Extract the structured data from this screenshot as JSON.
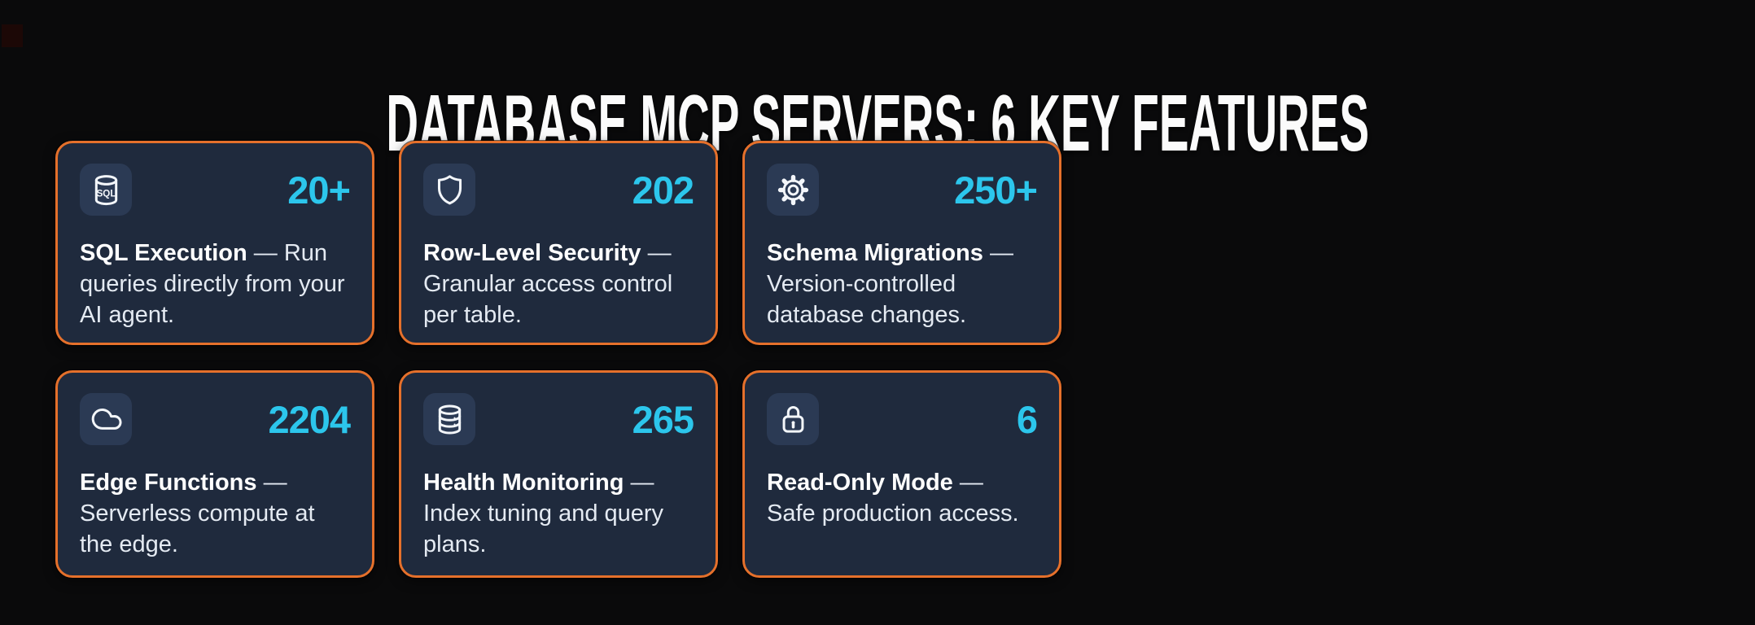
{
  "title": "DATABASE MCP SERVERS: 6 KEY FEATURES",
  "separator": "—",
  "colors": {
    "page_bg": "#0a0a0b",
    "card_bg": "#1f2a3d",
    "icon_tile_bg": "#2b3a54",
    "accent_orange_border": "#e5702b",
    "stat_cyan": "#2cc6ec",
    "title_white": "#fbfbfb",
    "body_text": "#e4eaf2"
  },
  "cards": [
    {
      "icon": "sql-database-icon",
      "icon_label": "SQL",
      "stat": "20+",
      "name": "SQL Execution",
      "description": "Run queries directly from your AI agent."
    },
    {
      "icon": "shield-icon",
      "stat": "202",
      "name": "Row-Level Security",
      "description": "Granular access control per table."
    },
    {
      "icon": "gear-icon",
      "stat": "250+",
      "name": "Schema Migrations",
      "description": "Version-controlled database changes."
    },
    {
      "icon": "cloud-icon",
      "stat": "2204",
      "name": "Edge Functions",
      "description": "Serverless compute at the edge."
    },
    {
      "icon": "database-stack-icon",
      "stat": "265",
      "name": "Health Monitoring",
      "description": "Index tuning and query plans."
    },
    {
      "icon": "lock-icon",
      "stat": "6",
      "name": "Read-Only Mode",
      "description": "Safe production access."
    }
  ]
}
